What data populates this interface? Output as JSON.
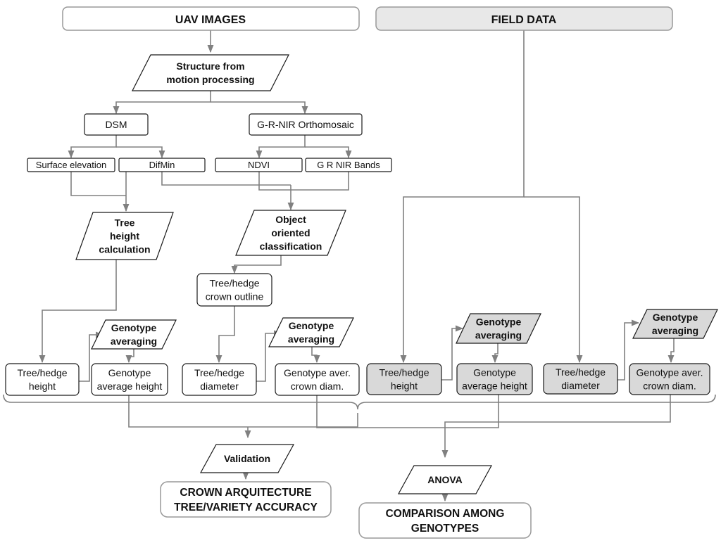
{
  "colors": {
    "line": "#808080",
    "box_stroke": "#1a1a1a",
    "header_stroke": "#999999",
    "header_fill_field": "#e8e8e8",
    "shaded_fill": "#d9d9d9",
    "white": "#ffffff"
  },
  "headers": {
    "uav": "UAV IMAGES",
    "field": "FIELD DATA"
  },
  "processes": {
    "sfm": [
      "Structure from",
      "motion processing"
    ],
    "tree_height": [
      "Tree",
      "height",
      "calculation"
    ],
    "object_classification": [
      "Object",
      "oriented",
      "classification"
    ],
    "genotype_avg_1": [
      "Genotype",
      "averaging"
    ],
    "genotype_avg_2": [
      "Genotype",
      "averaging"
    ],
    "genotype_avg_3": [
      "Genotype",
      "averaging"
    ],
    "genotype_avg_4": [
      "Genotype",
      "averaging"
    ],
    "validation": [
      "Validation"
    ],
    "anova": [
      "ANOVA"
    ]
  },
  "products": {
    "dsm": "DSM",
    "orthomosaic": "G-R-NIR Orthomosaic",
    "surface_elevation": "Surface elevation",
    "difmin": "DifMin",
    "ndvi": "NDVI",
    "bands": "G R NIR Bands",
    "crown_outline": [
      "Tree/hedge",
      "crown outline"
    ]
  },
  "outputs": {
    "uav_height": [
      "Tree/hedge",
      "height"
    ],
    "uav_avg_height": [
      "Genotype",
      "average height"
    ],
    "uav_diameter": [
      "Tree/hedge",
      "diameter"
    ],
    "uav_avg_diam": [
      "Genotype aver.",
      "crown diam."
    ],
    "field_height": [
      "Tree/hedge",
      "height"
    ],
    "field_avg_height": [
      "Genotype",
      "average height"
    ],
    "field_diameter": [
      "Tree/hedge",
      "diameter"
    ],
    "field_avg_diam": [
      "Genotype aver.",
      "crown diam."
    ]
  },
  "results": {
    "accuracy": [
      "CROWN ARQUITECTURE",
      "TREE/VARIETY ACCURACY"
    ],
    "comparison": [
      "COMPARISON AMONG",
      "GENOTYPES"
    ]
  }
}
